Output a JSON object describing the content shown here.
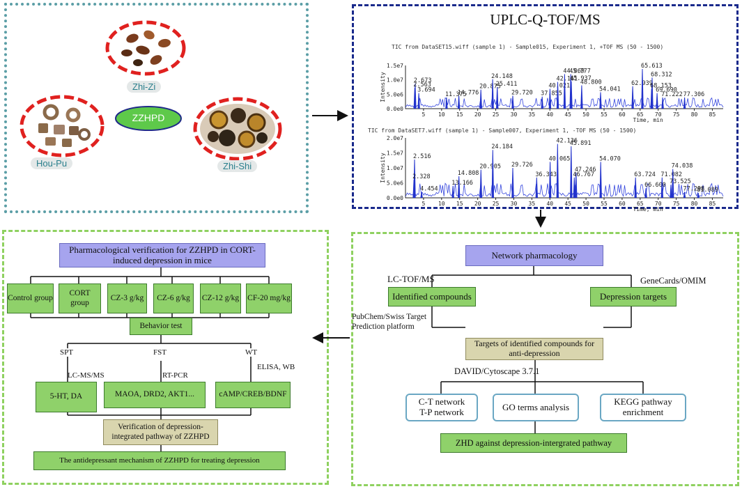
{
  "herbs": {
    "zhizi": "Zhi-Zi",
    "houpu": "Hou-Pu",
    "zhishi": "Zhi-Shi",
    "formula": "ZZHPD"
  },
  "ms": {
    "title": "UPLC-Q-TOF/MS",
    "pos_header": "TIC from DataSET15.wiff (sample 1) - Sample015, Experiment 1, +TOF MS (50 - 1500)",
    "neg_header": "TIC from DataSET7.wiff (sample 1) - Sample007, Experiment 1, -TOF MS (50 - 1500)",
    "ylabel": "Intensity",
    "xlabel": "Time, min",
    "pos_yticks": [
      "1.5e7",
      "1.0e7",
      "5.0e6",
      "0.0e0"
    ],
    "neg_yticks": [
      "2.0e7",
      "1.5e7",
      "1.0e7",
      "5.0e6",
      "0.0e0"
    ],
    "xticks": [
      "5",
      "10",
      "15",
      "20",
      "25",
      "30",
      "35",
      "40",
      "45",
      "50",
      "55",
      "60",
      "65",
      "70",
      "75",
      "80",
      "85"
    ],
    "pos_peaks": [
      {
        "t": 2.673,
        "label": "2.673",
        "h": 0.58
      },
      {
        "t": 2.563,
        "label": "2.563",
        "h": 0.48
      },
      {
        "t": 3.694,
        "label": "3.694",
        "h": 0.36
      },
      {
        "t": 11.375,
        "label": "11.375",
        "h": 0.26
      },
      {
        "t": 14.776,
        "label": "14.776",
        "h": 0.3
      },
      {
        "t": 20.875,
        "label": "20.875",
        "h": 0.44
      },
      {
        "t": 24.148,
        "label": "24.148",
        "h": 0.68
      },
      {
        "t": 25.411,
        "label": "25.411",
        "h": 0.5
      },
      {
        "t": 29.72,
        "label": "29.720",
        "h": 0.3
      },
      {
        "t": 37.855,
        "label": "37.855",
        "h": 0.28
      },
      {
        "t": 40.021,
        "label": "40.021",
        "h": 0.46
      },
      {
        "t": 42.161,
        "label": "42.161",
        "h": 0.62
      },
      {
        "t": 44.069,
        "label": "44.069",
        "h": 0.8
      },
      {
        "t": 45.777,
        "label": "45.777",
        "h": 0.8
      },
      {
        "t": 45.937,
        "label": "45.937",
        "h": 0.63
      },
      {
        "t": 48.8,
        "label": "48.800",
        "h": 0.54
      },
      {
        "t": 54.041,
        "label": "54.041",
        "h": 0.38
      },
      {
        "t": 62.939,
        "label": "62.939",
        "h": 0.52
      },
      {
        "t": 65.613,
        "label": "65.613",
        "h": 0.92
      },
      {
        "t": 68.312,
        "label": "68.312",
        "h": 0.72
      },
      {
        "t": 68.153,
        "label": "68.153",
        "h": 0.46
      },
      {
        "t": 69.69,
        "label": "69.690",
        "h": 0.36
      },
      {
        "t": 71.222,
        "label": "71.222",
        "h": 0.26
      },
      {
        "t": 77.306,
        "label": "77.306",
        "h": 0.26
      }
    ],
    "neg_peaks": [
      {
        "t": 2.516,
        "label": "2.516",
        "h": 0.64
      },
      {
        "t": 2.328,
        "label": "2.328",
        "h": 0.3
      },
      {
        "t": 13.166,
        "label": "13.166",
        "h": 0.2
      },
      {
        "t": 4.454,
        "label": "4.454",
        "h": 0.1
      },
      {
        "t": 14.808,
        "label": "14.808",
        "h": 0.36
      },
      {
        "t": 20.905,
        "label": "20.905",
        "h": 0.47
      },
      {
        "t": 24.184,
        "label": "24.184",
        "h": 0.8
      },
      {
        "t": 29.726,
        "label": "29.726",
        "h": 0.5
      },
      {
        "t": 36.343,
        "label": "36.343",
        "h": 0.34
      },
      {
        "t": 40.065,
        "label": "40.065",
        "h": 0.6
      },
      {
        "t": 42.136,
        "label": "42.136",
        "h": 0.9
      },
      {
        "t": 45.891,
        "label": "45.891",
        "h": 0.86
      },
      {
        "t": 47.246,
        "label": "47.246",
        "h": 0.42
      },
      {
        "t": 46.767,
        "label": "46.767",
        "h": 0.34
      },
      {
        "t": 54.07,
        "label": "54.070",
        "h": 0.6
      },
      {
        "t": 63.724,
        "label": "63.724",
        "h": 0.34
      },
      {
        "t": 66.6,
        "label": "66.600",
        "h": 0.16
      },
      {
        "t": 71.082,
        "label": "71.082",
        "h": 0.34
      },
      {
        "t": 74.038,
        "label": "74.038",
        "h": 0.48
      },
      {
        "t": 73.525,
        "label": "73.525",
        "h": 0.22
      },
      {
        "t": 77.298,
        "label": "77.298",
        "h": 0.1
      },
      {
        "t": 81.089,
        "label": "81.089",
        "h": 0.08
      }
    ]
  },
  "pharm": {
    "title": "Pharmacological verification for ZZHPD in CORT-induced depression in mice",
    "groups": [
      "Control group",
      "CORT group",
      "CZ-3 g/kg",
      "CZ-6 g/kg",
      "CZ-12 g/kg",
      "CF-20 mg/kg"
    ],
    "behavior": "Behavior test",
    "spt": "SPT",
    "fst": "FST",
    "wt": "WT",
    "elisa": "ELISA, WB",
    "lcms": "LC-MS/MS",
    "rtpcr": "RT-PCR",
    "b1": "5-HT, DA",
    "b2": "MAOA, DRD2, AKT1...",
    "b3": "cAMP/CREB/BDNF",
    "verify": "Verification of depression-integrated pathway of ZZHPD",
    "mechanism": "The antidepressant mechanism of ZZHPD for treating depression"
  },
  "net": {
    "title": "Network pharmacology",
    "lctof": "LC-TOF/MS",
    "genecards": "GeneCards/OMIM",
    "identified": "Identified compounds",
    "targets": "Depression targets",
    "pubchem": "PubChem/Swiss Target Prediction platform",
    "targets_identified": "Targets of identified compounds for anti-depression",
    "david": "DAVID/Cytoscape 3.7.1",
    "ct": "C-T network T-P network",
    "go": "GO terms analysis",
    "kegg": "KEGG pathway enrichment",
    "zhd": "ZHD against depression-intergrated pathway"
  }
}
